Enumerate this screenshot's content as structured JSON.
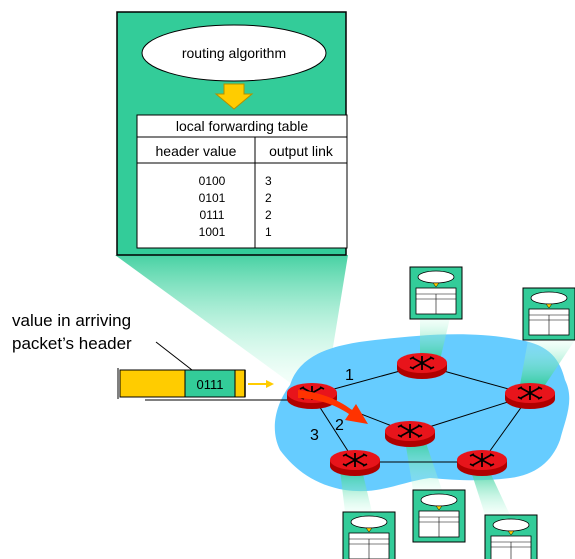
{
  "colors": {
    "panel_green": "#33cc99",
    "light_green": "#ccffe8",
    "cloud_blue": "#66ccff",
    "router_red": "#e8141b",
    "arrow_yellow": "#ffcc00",
    "packet_yellow": "#ffcc00",
    "arrow_red": "#ff3300"
  },
  "algorithm": {
    "label": "routing algorithm"
  },
  "table": {
    "title": "local forwarding table",
    "col_header": "header value",
    "col_link": "output link",
    "rows": [
      {
        "header": "0100",
        "link": "3"
      },
      {
        "header": "0101",
        "link": "2"
      },
      {
        "header": "0111",
        "link": "2"
      },
      {
        "header": "1001",
        "link": "1"
      }
    ]
  },
  "annotation": {
    "line1": "value in arriving",
    "line2": "packet’s header"
  },
  "packet": {
    "header_value": "0111"
  },
  "links": {
    "link1": "1",
    "link2": "2",
    "link3": "3"
  }
}
